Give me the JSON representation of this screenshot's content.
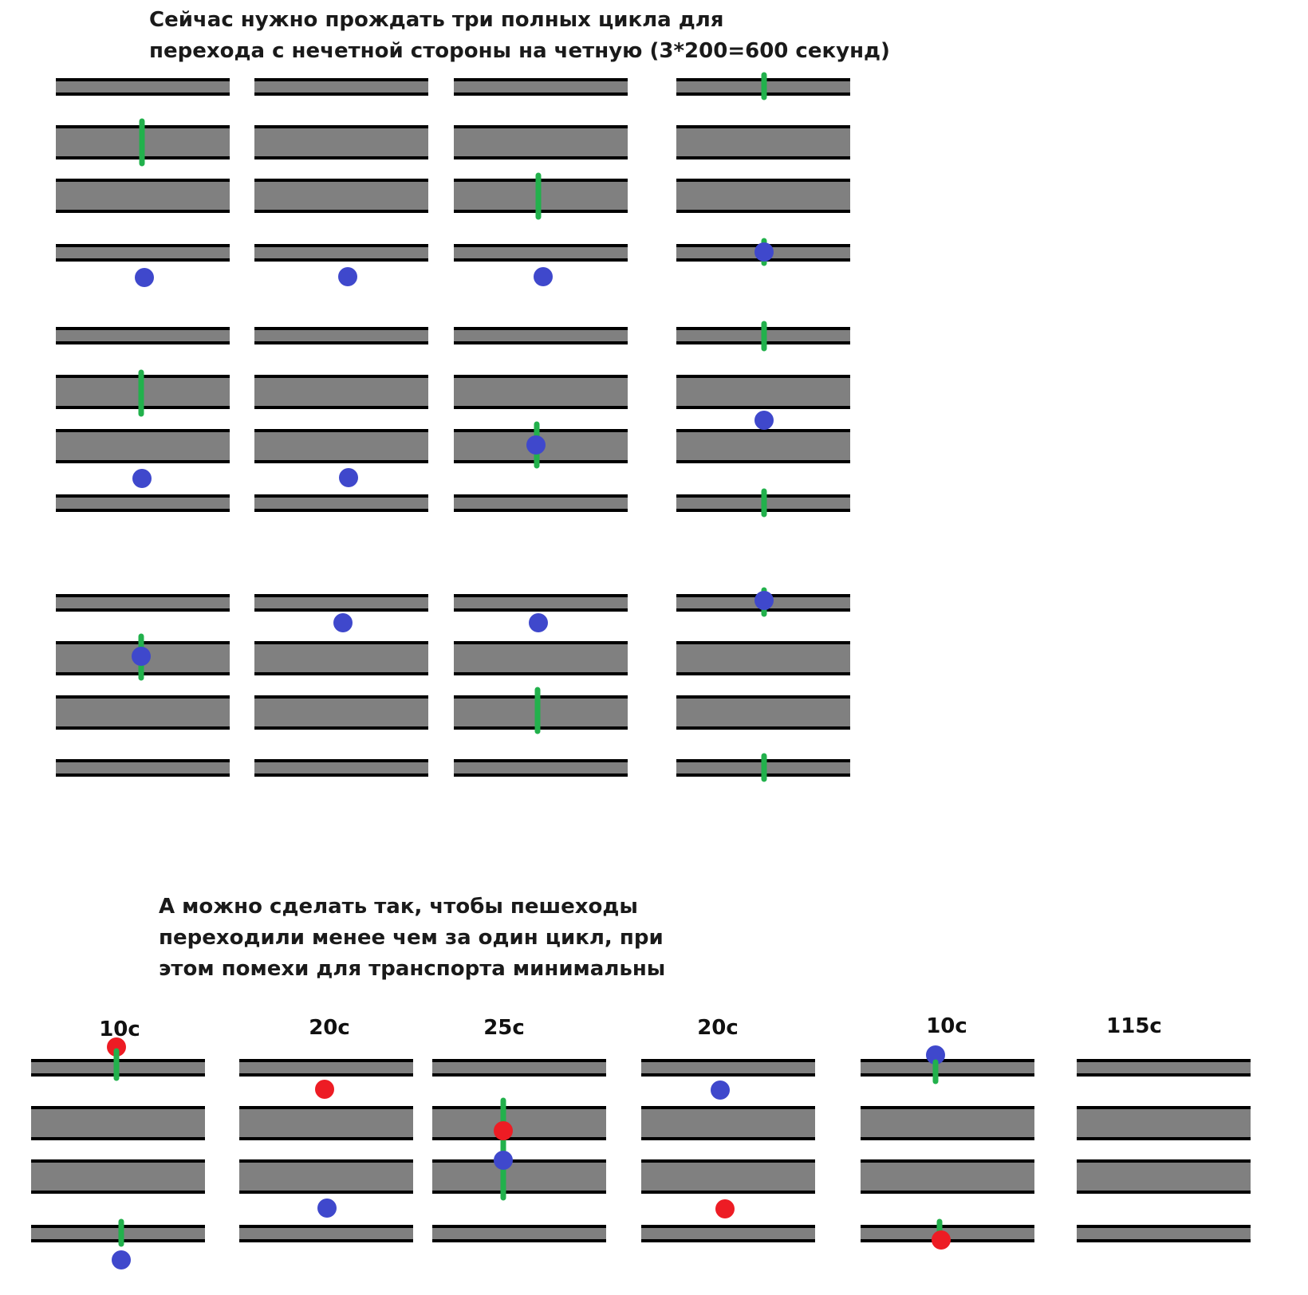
{
  "top_caption": {
    "line1": "Сейчас нужно прождать три полных цикла для",
    "line2": "перехода с нечетной стороны на четную  (3*200=600 секунд)"
  },
  "bottom_caption": {
    "line1": "А можно сделать так, чтобы пешеходы",
    "line2": "переходили менее чем за один цикл, при",
    "line3": "этом помехи для транспорта минимальны"
  },
  "durations": [
    "10с",
    "20с",
    "25с",
    "20с",
    "10с",
    "115с"
  ],
  "colors": {
    "road": "#808080",
    "edge": "#000000",
    "crossing_signal": "#22b14c",
    "pedestrian_blue": "#3f48cc",
    "pedestrian_red": "#ed1c24"
  },
  "legend_meaning": []
}
